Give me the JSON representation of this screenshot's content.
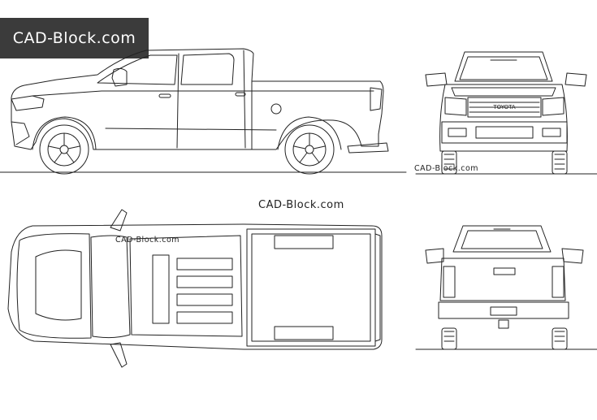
{
  "brand": {
    "logo_text": "CAD-Block.com"
  },
  "watermarks": {
    "center": "CAD-Block.com",
    "front_view": "CAD-Block.com",
    "top_view": "CAD-Block.com"
  },
  "front_grille_text": "TOYOTA",
  "colors": {
    "banner_bg": "#3b3b3b",
    "banner_text": "#ffffff",
    "line": "#222222",
    "background": "#ffffff"
  }
}
